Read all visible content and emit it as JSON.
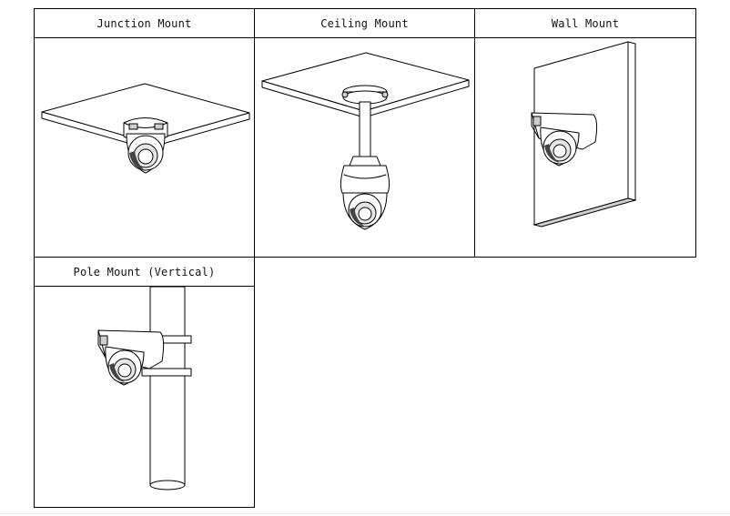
{
  "mounts": [
    {
      "key": "junction",
      "title": "Junction Mount",
      "icon": "junction-mount-illustration"
    },
    {
      "key": "ceiling",
      "title": "Ceiling Mount",
      "icon": "ceiling-mount-illustration"
    },
    {
      "key": "wall",
      "title": "Wall Mount",
      "icon": "wall-mount-illustration"
    },
    {
      "key": "pole",
      "title": "Pole Mount (Vertical)",
      "icon": "pole-mount-illustration"
    }
  ]
}
